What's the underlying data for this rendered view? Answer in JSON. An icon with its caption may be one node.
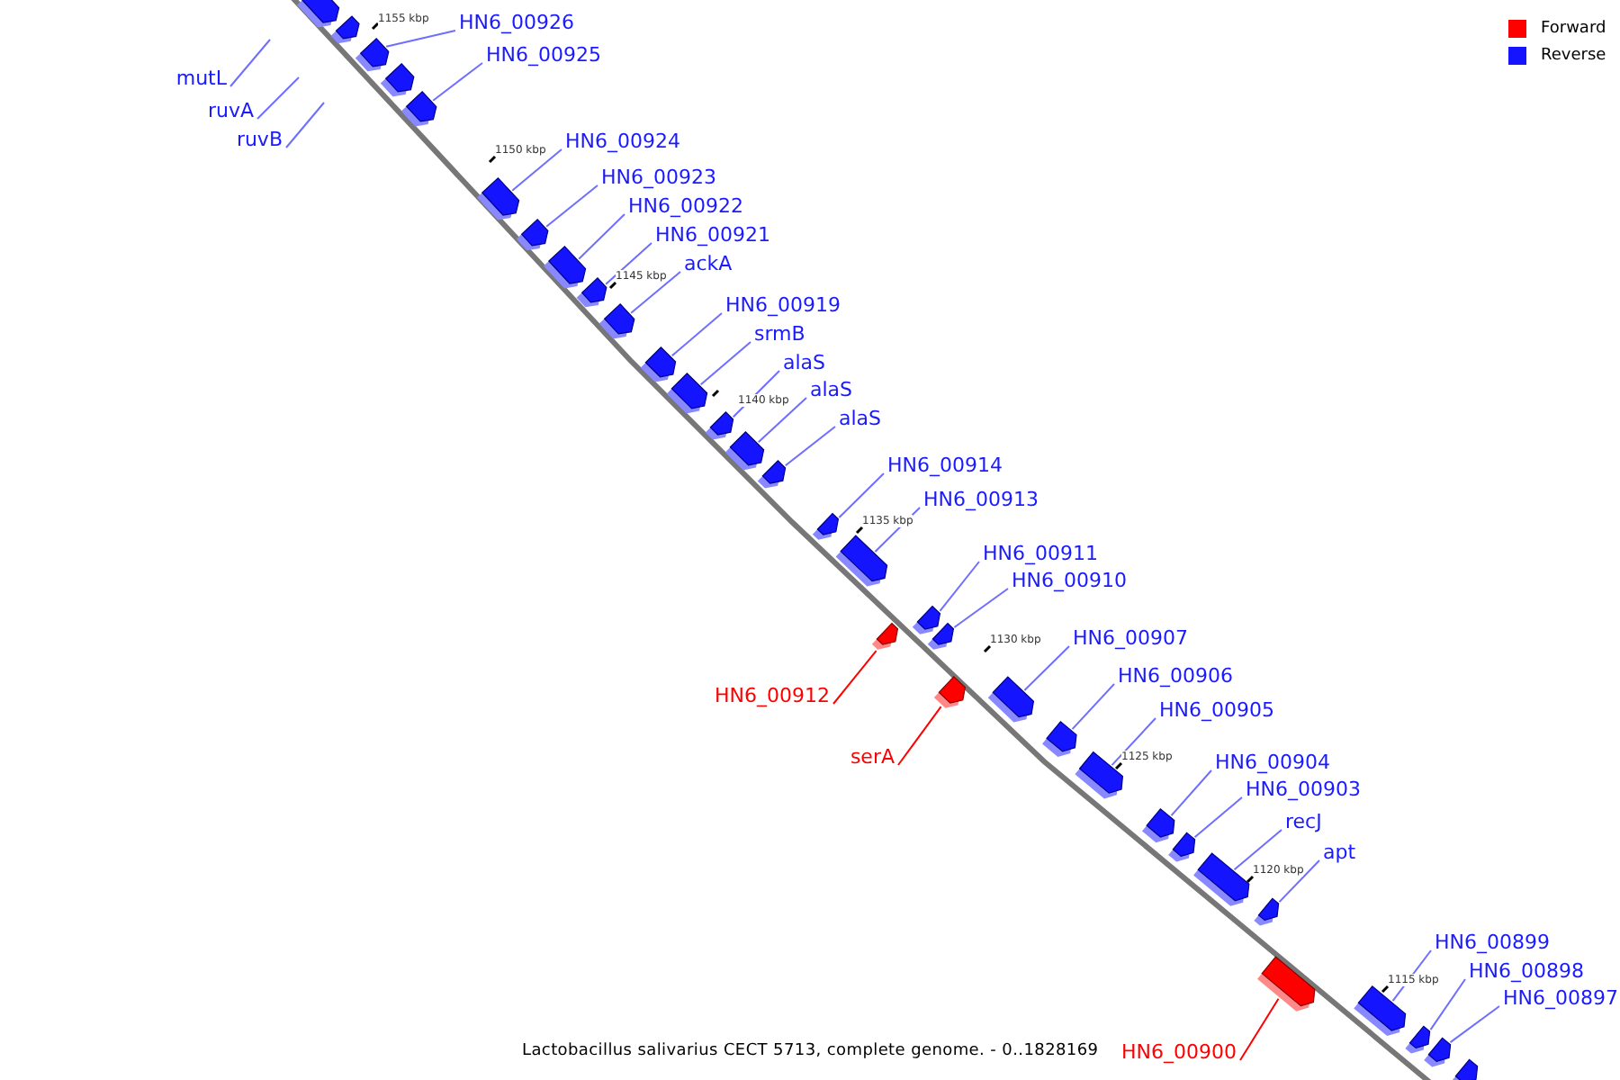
{
  "diagram": {
    "caption": "Lactobacillus salivarius CECT 5713, complete genome. - 0..1828169",
    "nodes": [
      {
        "text": [
          "HN6_00926"
        ]
      },
      {
        "text": [
          "HN6_00925"
        ]
      },
      {
        "text": [
          "mutL"
        ]
      },
      {
        "text": [
          "ruvA"
        ]
      },
      {
        "text": [
          "ruvB"
        ]
      },
      {
        "text": [
          "HN6_00924"
        ]
      },
      {
        "text": [
          "HN6_00923"
        ]
      },
      {
        "text": [
          "HN6_00922"
        ]
      },
      {
        "text": [
          "HN6_00921"
        ]
      },
      {
        "text": [
          "ackA"
        ]
      },
      {
        "text": [
          "HN6_00919"
        ]
      },
      {
        "text": [
          "srmB"
        ]
      },
      {
        "text": [
          "alaS"
        ]
      },
      {
        "text": [
          "alaS"
        ]
      },
      {
        "text": [
          "alaS"
        ]
      },
      {
        "text": [
          "HN6_00914"
        ]
      },
      {
        "text": [
          "HN6_00913"
        ]
      },
      {
        "text": [
          "HN6_00911"
        ]
      },
      {
        "text": [
          "HN6_00910"
        ]
      },
      {
        "text": [
          "HN6_00907"
        ]
      },
      {
        "text": [
          "HN6_00906"
        ]
      },
      {
        "text": [
          "HN6_00912"
        ]
      },
      {
        "text": [
          "HN6_00905"
        ]
      },
      {
        "text": [
          "serA"
        ]
      },
      {
        "text": [
          "HN6_00904"
        ]
      },
      {
        "text": [
          "HN6_00903"
        ]
      },
      {
        "text": [
          "recJ"
        ]
      },
      {
        "text": [
          "apt"
        ]
      },
      {
        "text": [
          "HN6_00899"
        ]
      },
      {
        "text": [
          "HN6_00898"
        ]
      },
      {
        "text": [
          "HN6_00897"
        ]
      },
      {
        "text": [
          "HN6_00900"
        ]
      },
      {
        "text": [],
        "shape": "arrow"
      },
      {
        "text": [],
        "shape": "arrow"
      },
      {
        "text": [],
        "shape": "arrow"
      },
      {
        "text": [],
        "shape": "arrow"
      },
      {
        "text": [],
        "shape": "arrow"
      },
      {
        "text": [],
        "shape": "arrow"
      },
      {
        "text": [],
        "shape": "arrow"
      },
      {
        "text": [],
        "shape": "arrow"
      },
      {
        "text": [],
        "shape": "arrow"
      },
      {
        "text": [],
        "shape": "arrow"
      },
      {
        "text": [],
        "shape": "arrow"
      },
      {
        "text": [],
        "shape": "arrow"
      },
      {
        "text": [],
        "shape": "arrow"
      },
      {
        "text": [],
        "shape": "arrow"
      },
      {
        "text": [],
        "shape": "arrow"
      },
      {
        "text": [],
        "shape": "arrow"
      },
      {
        "text": [],
        "shape": "arrow"
      },
      {
        "text": [],
        "shape": "arrow"
      },
      {
        "text": [],
        "shape": "arrow"
      },
      {
        "text": [],
        "shape": "arrow"
      },
      {
        "text": [],
        "shape": "arrow"
      },
      {
        "text": [],
        "shape": "arrow"
      },
      {
        "text": [],
        "shape": "arrow"
      },
      {
        "text": [],
        "shape": "arrow"
      },
      {
        "text": [],
        "shape": "arrow"
      },
      {
        "text": [],
        "shape": "arrow"
      },
      {
        "text": [],
        "shape": "arrow"
      },
      {
        "text": [],
        "shape": "arrow"
      },
      {
        "text": [],
        "shape": "arrow"
      },
      {
        "text": [],
        "shape": "arrow"
      },
      {
        "text": [],
        "shape": "arrow"
      },
      {
        "text": [],
        "shape": "arrow"
      },
      {
        "text": [],
        "shape": "arrow"
      }
    ],
    "edges": [
      {
        "from": 0,
        "to": 34,
        "arrow": "none"
      },
      {
        "from": 1,
        "to": 36,
        "arrow": "none"
      },
      {
        "from": 2,
        "to": null,
        "arrow": "none"
      },
      {
        "from": 3,
        "to": null,
        "arrow": "none"
      },
      {
        "from": 4,
        "to": null,
        "arrow": "none"
      },
      {
        "from": 5,
        "to": 37,
        "arrow": "none"
      },
      {
        "from": 6,
        "to": 38,
        "arrow": "none"
      },
      {
        "from": 7,
        "to": 39,
        "arrow": "none"
      },
      {
        "from": 8,
        "to": 40,
        "arrow": "none"
      },
      {
        "from": 9,
        "to": 41,
        "arrow": "none"
      },
      {
        "from": 10,
        "to": 42,
        "arrow": "none"
      },
      {
        "from": 11,
        "to": 43,
        "arrow": "none"
      },
      {
        "from": 12,
        "to": 44,
        "arrow": "none"
      },
      {
        "from": 13,
        "to": 45,
        "arrow": "none"
      },
      {
        "from": 14,
        "to": 46,
        "arrow": "none"
      },
      {
        "from": 15,
        "to": 47,
        "arrow": "none"
      },
      {
        "from": 16,
        "to": 48,
        "arrow": "none"
      },
      {
        "from": 17,
        "to": 49,
        "arrow": "none"
      },
      {
        "from": 18,
        "to": 51,
        "arrow": "none"
      },
      {
        "from": 19,
        "to": 53,
        "arrow": "none"
      },
      {
        "from": 20,
        "to": 54,
        "arrow": "none"
      },
      {
        "from": 21,
        "to": 50,
        "arrow": "none",
        "color": "#ff0000"
      },
      {
        "from": 22,
        "to": 55,
        "arrow": "none"
      },
      {
        "from": 23,
        "to": 52,
        "arrow": "none",
        "color": "#ff0000"
      },
      {
        "from": 24,
        "to": 56,
        "arrow": "none"
      },
      {
        "from": 25,
        "to": 57,
        "arrow": "none"
      },
      {
        "from": 26,
        "to": 58,
        "arrow": "none"
      },
      {
        "from": 27,
        "to": 59,
        "arrow": "none"
      },
      {
        "from": 28,
        "to": 61,
        "arrow": "none"
      },
      {
        "from": 29,
        "to": 62,
        "arrow": "none"
      },
      {
        "from": 30,
        "to": 63,
        "arrow": "none"
      },
      {
        "from": 31,
        "to": 60,
        "arrow": "none",
        "color": "#ff0000"
      }
    ],
    "labels": [
      "1155 kbp",
      "1150 kbp",
      "1145 kbp",
      "1140 kbp",
      "1135 kbp",
      "1130 kbp",
      "1125 kbp",
      "1120 kbp",
      "1115 kbp"
    ],
    "legend": [
      {
        "text": "Forward",
        "color": "#ff0000"
      },
      {
        "text": "Reverse",
        "color": "#1414ff"
      }
    ]
  }
}
